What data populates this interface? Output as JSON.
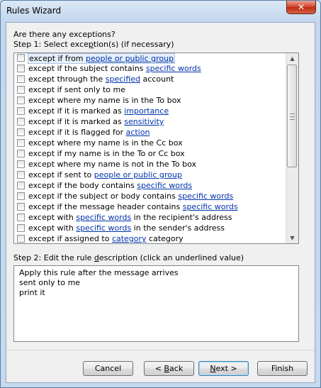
{
  "window": {
    "title": "Rules Wizard",
    "close_glyph": "✕"
  },
  "prompt": "Are there any exceptions?",
  "step1": {
    "pre": "Step 1: Select exce",
    "key": "p",
    "post": "tion(s) (if necessary)"
  },
  "exceptions": [
    {
      "text": "except if from ",
      "link": "people or public group",
      "after": "",
      "selected": true
    },
    {
      "text": "except if the subject contains ",
      "link": "specific words",
      "after": ""
    },
    {
      "text": "except through the ",
      "link": "specified",
      "after": " account"
    },
    {
      "text": "except if sent only to me",
      "link": "",
      "after": ""
    },
    {
      "text": "except where my name is in the To box",
      "link": "",
      "after": ""
    },
    {
      "text": "except if it is marked as ",
      "link": "importance",
      "after": ""
    },
    {
      "text": "except if it is marked as ",
      "link": "sensitivity",
      "after": ""
    },
    {
      "text": "except if it is flagged for ",
      "link": "action",
      "after": ""
    },
    {
      "text": "except where my name is in the Cc box",
      "link": "",
      "after": ""
    },
    {
      "text": "except if my name is in the To or Cc box",
      "link": "",
      "after": ""
    },
    {
      "text": "except where my name is not in the To box",
      "link": "",
      "after": ""
    },
    {
      "text": "except if sent to ",
      "link": "people or public group",
      "after": ""
    },
    {
      "text": "except if the body contains ",
      "link": "specific words",
      "after": ""
    },
    {
      "text": "except if the subject or body contains ",
      "link": "specific words",
      "after": ""
    },
    {
      "text": "except if the message header contains ",
      "link": "specific words",
      "after": ""
    },
    {
      "text": "except with ",
      "link": "specific words",
      "after": " in the recipient's address"
    },
    {
      "text": "except with ",
      "link": "specific words",
      "after": " in the sender's address"
    },
    {
      "text": "except if assigned to ",
      "link": "category",
      "after": " category"
    }
  ],
  "step2": {
    "pre": "Step 2: Edit the rule ",
    "key": "d",
    "post": "escription (click an underlined value)"
  },
  "description_lines": [
    "Apply this rule after the message arrives",
    "sent only to me",
    "print it"
  ],
  "buttons": {
    "cancel": "Cancel",
    "back_pre": "< ",
    "back_key": "B",
    "back_post": "ack",
    "next_key": "N",
    "next_post": "ext >",
    "finish": "Finish"
  },
  "scroll": {
    "up_glyph": "▲",
    "down_glyph": "▼"
  }
}
